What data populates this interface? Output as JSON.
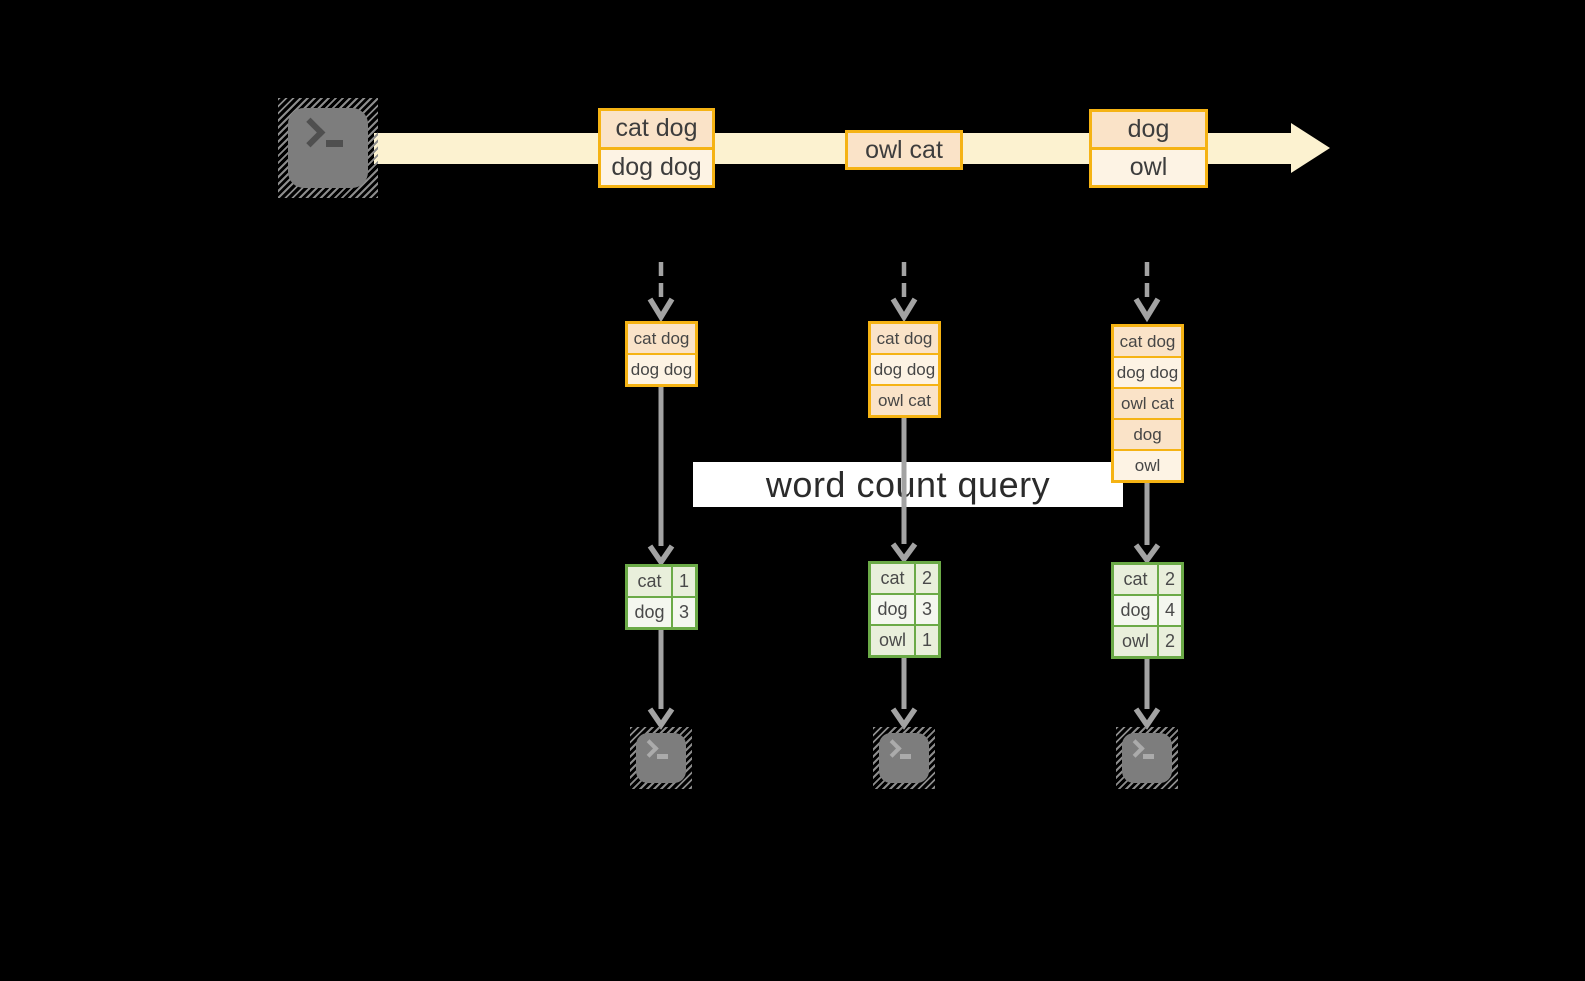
{
  "labels": {
    "query": "word count query"
  },
  "stream": {
    "messages": [
      {
        "rows": [
          "cat dog",
          "dog dog"
        ]
      },
      {
        "rows": [
          "owl cat"
        ]
      },
      {
        "rows": [
          "dog",
          "owl"
        ]
      }
    ]
  },
  "pipelines": [
    {
      "buffer": [
        "cat dog",
        "dog dog"
      ],
      "counts": [
        {
          "word": "cat",
          "count": "1"
        },
        {
          "word": "dog",
          "count": "3"
        }
      ]
    },
    {
      "buffer": [
        "cat dog",
        "dog dog",
        "owl cat"
      ],
      "counts": [
        {
          "word": "cat",
          "count": "2"
        },
        {
          "word": "dog",
          "count": "3"
        },
        {
          "word": "owl",
          "count": "1"
        }
      ]
    },
    {
      "buffer": [
        "cat dog",
        "dog dog",
        "owl cat",
        "dog",
        "owl"
      ],
      "counts": [
        {
          "word": "cat",
          "count": "2"
        },
        {
          "word": "dog",
          "count": "4"
        },
        {
          "word": "owl",
          "count": "2"
        }
      ]
    }
  ],
  "icons": {
    "source": "terminal-icon",
    "sinks": [
      "terminal-icon",
      "terminal-icon",
      "terminal-icon"
    ]
  },
  "colors": {
    "gold": "#f5b314",
    "peach": "#fae3c8",
    "cream": "#fdf3e4",
    "band": "#fcf2d0",
    "green": "#6baa47",
    "green-light": "#e9efdb",
    "green-lighter": "#f4f7ef",
    "connector": "#a3a3a3",
    "icon-gray": "#7d7d7d",
    "icon-hatch": "#8c8c8c",
    "glyph-dark": "#4f4f4f",
    "glyph-light": "#ababab",
    "text-dark": "#3d3d3d",
    "banner-bg": "#ffffff",
    "banner-text": "#2b2b2b"
  }
}
